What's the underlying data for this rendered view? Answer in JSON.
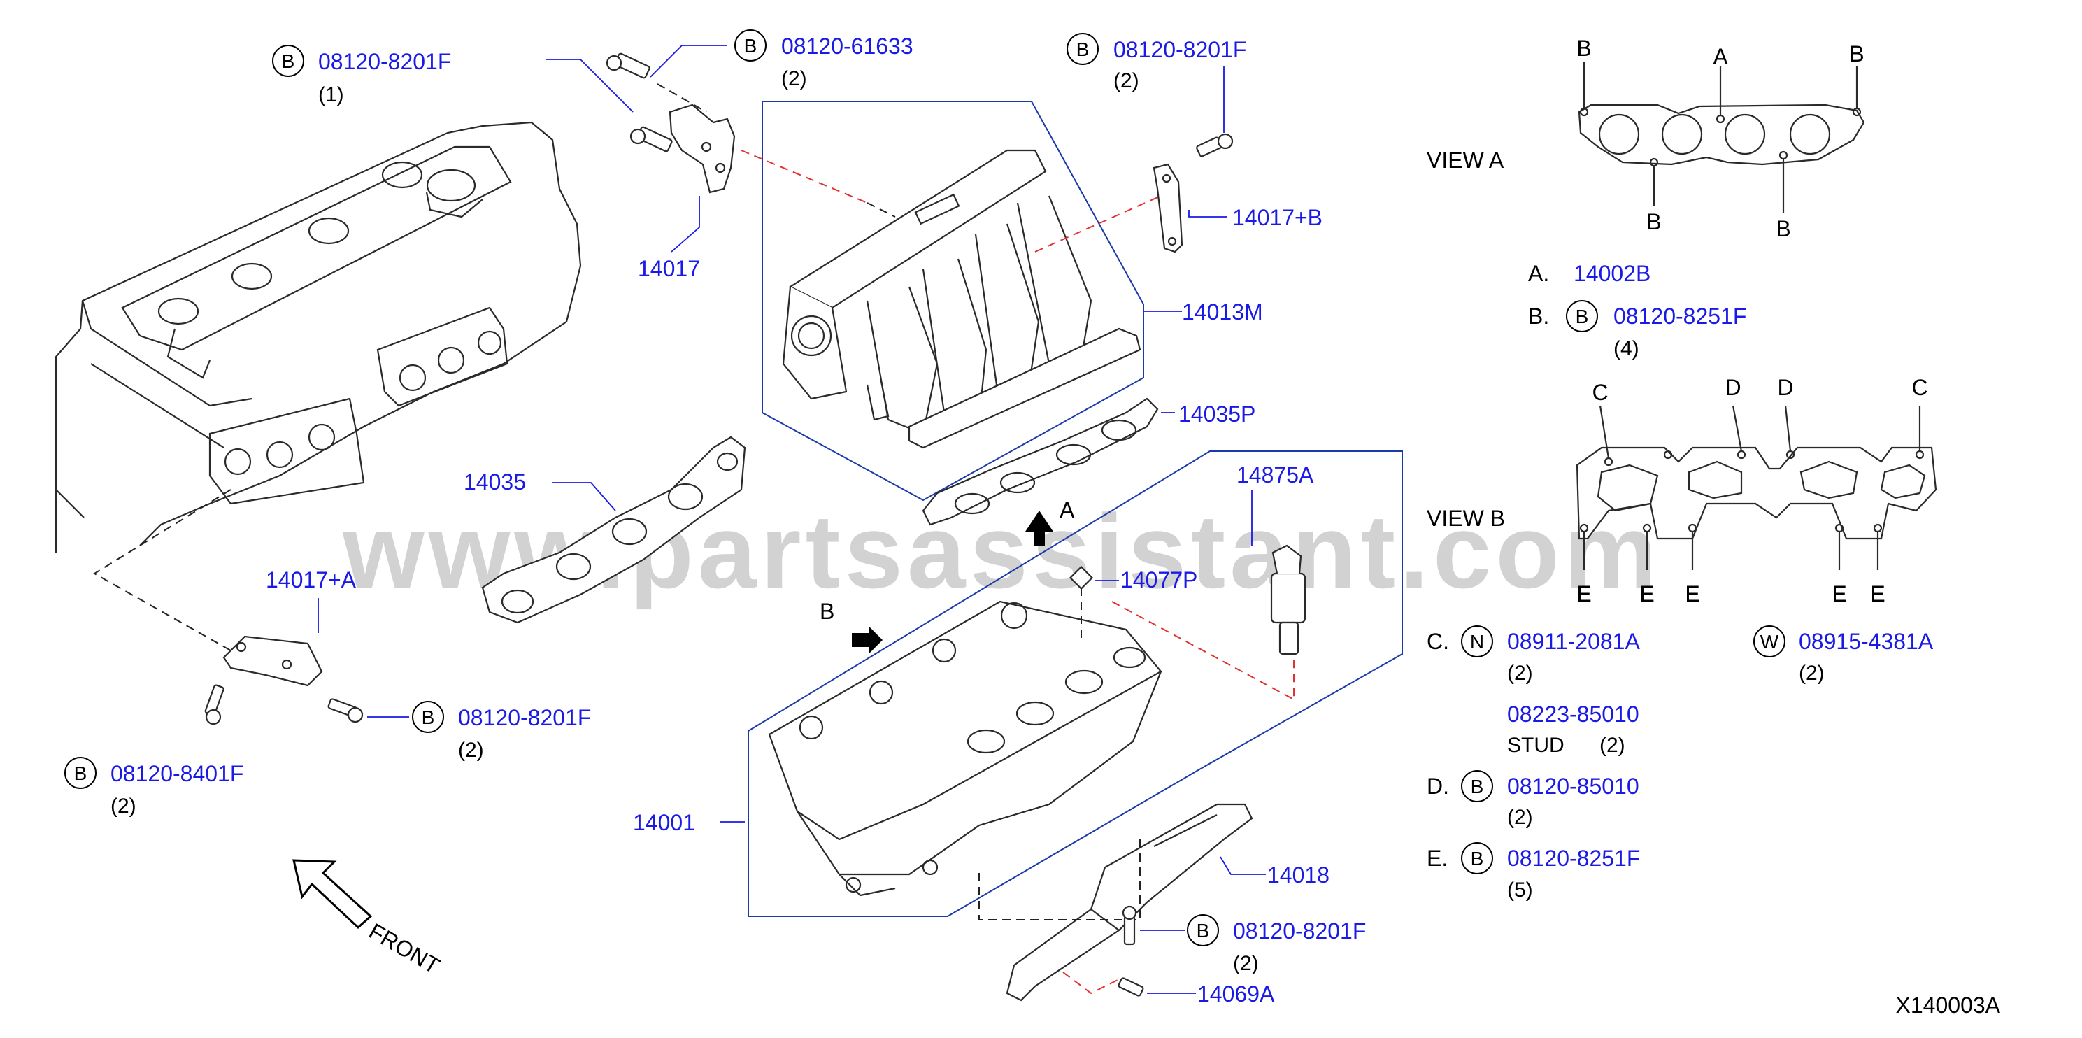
{
  "watermark": "www.partsassistant.com",
  "diagram_code": "X140003A",
  "callouts": {
    "c1": {
      "symbol": "B",
      "part": "08120-8201F",
      "qty": "(1)"
    },
    "c2": {
      "symbol": "B",
      "part": "08120-61633",
      "qty": "(2)"
    },
    "c3": {
      "symbol": "B",
      "part": "08120-8201F",
      "qty": "(2)"
    },
    "c4": {
      "part": "14017"
    },
    "c5": {
      "part": "14017+B"
    },
    "c6": {
      "part": "14013M"
    },
    "c7": {
      "part": "14035P"
    },
    "c8": {
      "part": "14035"
    },
    "c9": {
      "part": "14875A"
    },
    "c10": {
      "part": "14077P"
    },
    "c11": {
      "part": "14017+A"
    },
    "c12": {
      "symbol": "B",
      "part": "08120-8201F",
      "qty": "(2)"
    },
    "c13": {
      "symbol": "B",
      "part": "08120-8401F",
      "qty": "(2)"
    },
    "c14": {
      "part": "14001"
    },
    "c15": {
      "part": "14018"
    },
    "c16": {
      "symbol": "B",
      "part": "08120-8201F",
      "qty": "(2)"
    },
    "c17": {
      "part": "14069A"
    }
  },
  "arrows": {
    "a": "A",
    "b": "B",
    "front": "FRONT"
  },
  "view_a": {
    "title": "VIEW  A",
    "point_labels": {
      "top_left": "B",
      "top_mid": "A",
      "top_right": "B",
      "bottom_left": "B",
      "bottom_right": "B"
    },
    "legend": [
      {
        "key": "A.",
        "part": "14002B"
      },
      {
        "key": "B.",
        "symbol": "B",
        "part": "08120-8251F",
        "qty": "(4)"
      }
    ]
  },
  "view_b": {
    "title": "VIEW  B",
    "top_labels": [
      "C",
      "D",
      "D",
      "C"
    ],
    "bottom_labels": [
      "E",
      "E",
      "E",
      "E",
      "E"
    ],
    "legend": {
      "c": {
        "key": "C.",
        "symbol": "N",
        "part": "08911-2081A",
        "qty": "(2)"
      },
      "w": {
        "symbol": "W",
        "part": "08915-4381A",
        "qty": "(2)"
      },
      "stud": {
        "part": "08223-85010",
        "name": "STUD",
        "qty": "(2)"
      },
      "d": {
        "key": "D.",
        "symbol": "B",
        "part": "08120-85010",
        "qty": "(2)"
      },
      "e": {
        "key": "E.",
        "symbol": "B",
        "part": "08120-8251F",
        "qty": "(5)"
      }
    }
  }
}
